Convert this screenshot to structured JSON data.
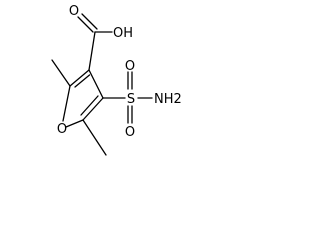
{
  "molecule": {
    "atoms": {
      "carboxyl_oxygen": "O",
      "hydroxyl": "OH",
      "ring_oxygen": "O",
      "sulfonyl_oxygen_top": "O",
      "sulfonyl_oxygen_bottom": "O",
      "sulfur": "S",
      "amine": "NH2"
    }
  }
}
